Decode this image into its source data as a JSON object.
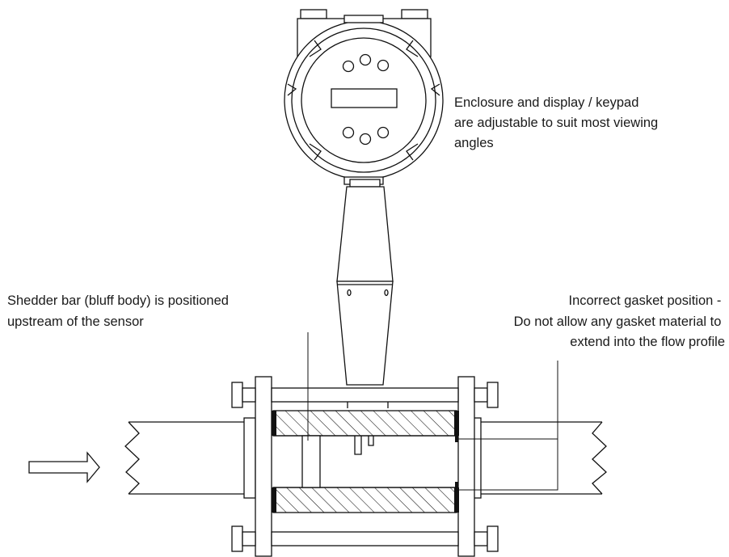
{
  "labels": {
    "enclosure": [
      "Enclosure and display / keypad",
      "are adjustable to suit most viewing",
      "angles"
    ],
    "shedder": [
      "Shedder bar (bluff body) is positioned",
      "upstream of the sensor"
    ],
    "gasket": [
      "Incorrect gasket position -",
      "Do not allow any gasket material to",
      "extend into the flow profile"
    ]
  },
  "colors": {
    "line": "#111111",
    "text": "#1a1a1a",
    "background": "#ffffff"
  }
}
